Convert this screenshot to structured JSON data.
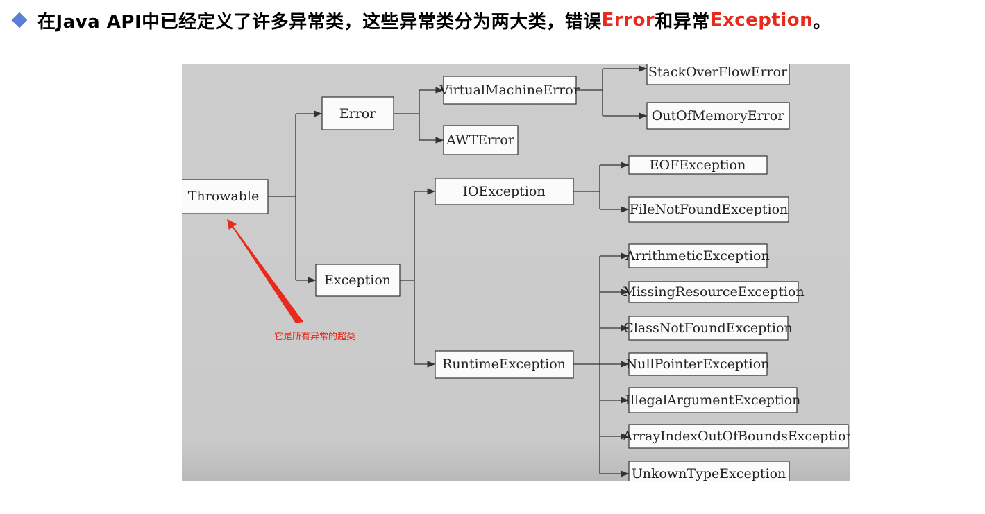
{
  "heading": {
    "bullet_color": "#5b7fd6",
    "text_before": "在Java API中已经定义了许多异常类，这些异常类分为两大类，错误",
    "error_word": "Error",
    "text_middle": "和异常",
    "exception_word": "Exception",
    "text_end": "。",
    "accent_color": "#e8291c"
  },
  "diagram": {
    "background": "#cdcdcd",
    "nodes": {
      "throwable": "Throwable",
      "error": "Error",
      "virtual_machine_error": "VirtualMachineError",
      "awt_error": "AWTError",
      "stack_overflow_error": "StackOverFlowError",
      "out_of_memory_error": "OutOfMemoryError",
      "exception": "Exception",
      "io_exception": "IOException",
      "eof_exception": "EOFException",
      "file_not_found_exception": "FileNotFoundException",
      "runtime_exception": "RuntimeException",
      "arithmetic_exception": "ArrithmeticException",
      "missing_resource_exception": "MissingResourceException",
      "class_not_found_exception": "ClassNotFoundException",
      "null_pointer_exception": "NullPointerException",
      "illegal_argument_exception": "IllegalArgumentException",
      "array_index_out_of_bounds_exception": "ArrayIndexOutOfBoundsException",
      "unknown_type_exception": "UnkownTypeException"
    },
    "annotation": {
      "text": "它是所有异常的超类",
      "color": "#e8291c"
    }
  }
}
